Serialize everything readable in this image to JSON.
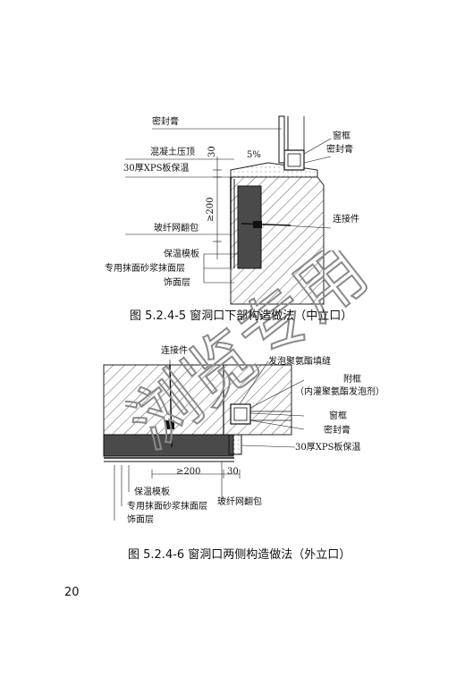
{
  "figure1": {
    "labels": {
      "sealant_top": "密封膏",
      "window_frame": "窗框",
      "sealant_right": "密封膏",
      "concrete_coping": "混凝土压顶",
      "slope": "5%",
      "dim_30": "30",
      "xps_insulation": "30厚XPS板保温",
      "dim_200": "≥200",
      "connector": "连接件",
      "mesh_wrap": "玻纤网翻包",
      "insulation_formwork": "保温模板",
      "mortar_layer": "专用抹面砂浆抹面层",
      "finish_layer": "饰面层"
    },
    "caption": "图 5.2.4-5 窗洞口下部构造做法（中立口）"
  },
  "figure2": {
    "labels": {
      "connector": "连接件",
      "pu_foam": "发泡聚氨酯填缝",
      "sub_frame": "附框",
      "sub_frame_note": "（内灌聚氨酯发泡剂）",
      "window_frame": "窗框",
      "sealant": "密封膏",
      "xps_insulation": "30厚XPS板保温",
      "dim_200": "≥200",
      "dim_30": "30",
      "mesh_wrap": "玻纤网翻包",
      "insulation_formwork": "保温模板",
      "mortar_layer": "专用抹面砂浆抹面层",
      "finish_layer": "饰面层"
    },
    "caption": "图 5.2.4-6 窗洞口两侧构造做法（外立口）"
  },
  "watermark": "浏览专用",
  "page_number": "20"
}
